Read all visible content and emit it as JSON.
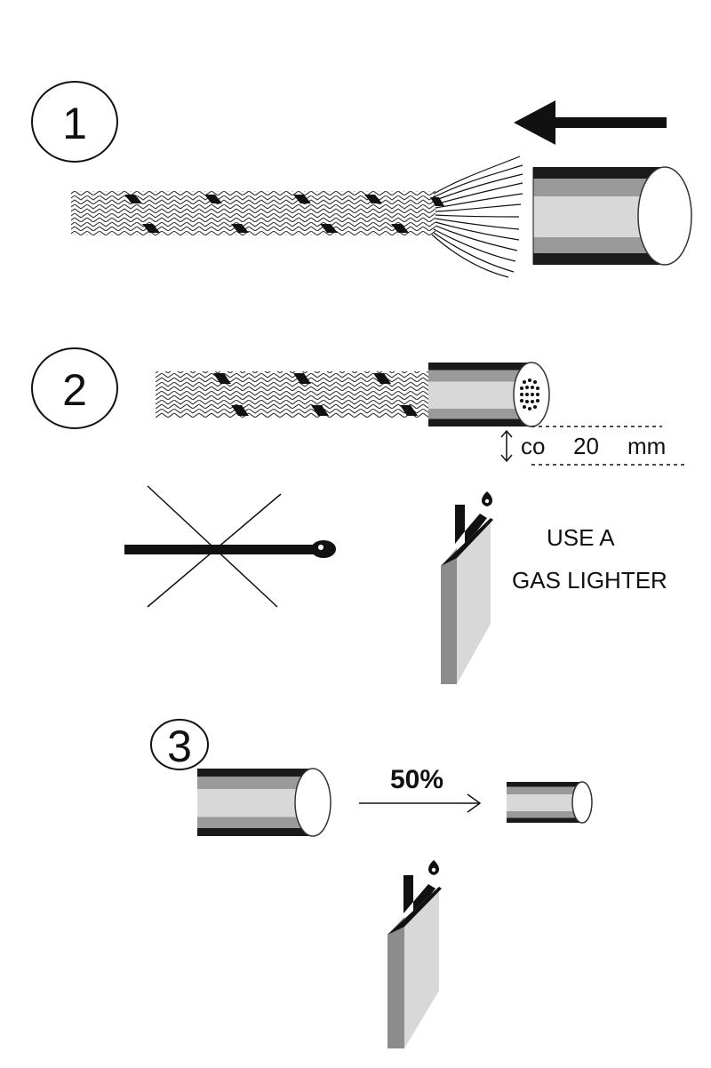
{
  "steps": {
    "step1_number": "1",
    "step2_number": "2",
    "step3_number": "3"
  },
  "measure": {
    "prefix": "co",
    "value": "20",
    "unit": "mm"
  },
  "instruction": {
    "line1": "USE A",
    "line2": "GAS LIGHTER"
  },
  "shrink": {
    "label": "50%"
  },
  "colors": {
    "ink": "#111111",
    "tube_dark": "#1a1a1a",
    "tube_mid": "#9a9a9a",
    "tube_light": "#d6d6d6",
    "lighter_front": "#d8d8d8",
    "lighter_side": "#8c8c8c"
  },
  "icons": {
    "arrow": "arrow-left-icon",
    "match": "match-icon",
    "cross": "cross-out-icon",
    "lighter": "gas-lighter-icon",
    "flame": "flame-icon"
  }
}
